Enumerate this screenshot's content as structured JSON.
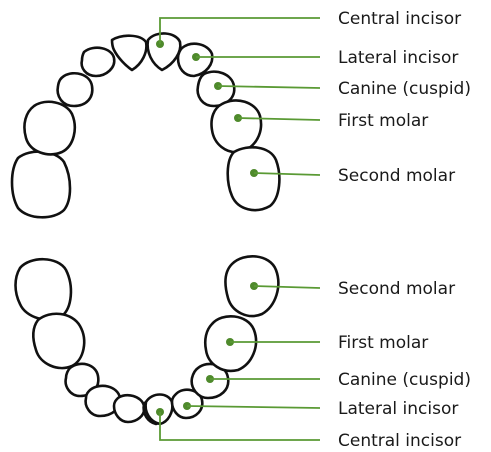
{
  "upper_arch": {
    "labels": {
      "central_incisor": "Central incisor",
      "lateral_incisor": "Lateral incisor",
      "canine": "Canine (cuspid)",
      "first_molar": "First molar",
      "second_molar": "Second molar"
    }
  },
  "lower_arch": {
    "labels": {
      "second_molar": "Second molar",
      "first_molar": "First molar",
      "canine": "Canine (cuspid)",
      "lateral_incisor": "Lateral incisor",
      "central_incisor": "Central incisor"
    }
  },
  "colors": {
    "leader": "#5a9a34",
    "marker": "#4f8a2c",
    "outline": "#111111"
  }
}
